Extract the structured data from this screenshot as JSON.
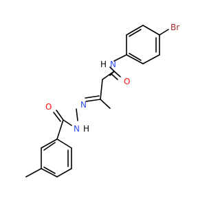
{
  "colors": {
    "bond": "#000000",
    "background": "#ffffff",
    "nitrogen": "#3050F8",
    "oxygen": "#FF0D0D",
    "bromine": "#A62929",
    "carbon": "#000000"
  },
  "atoms": [
    {
      "id": "Br",
      "label": "Br",
      "element": "bromine"
    },
    {
      "id": "N_amide",
      "label": "N",
      "element": "nitrogen"
    },
    {
      "id": "H_amide",
      "label": "H",
      "element": "carbon"
    },
    {
      "id": "O_amide",
      "label": "O",
      "element": "oxygen"
    },
    {
      "id": "N_imine",
      "label": "N",
      "element": "nitrogen"
    },
    {
      "id": "N_hydrazide",
      "label": "N",
      "element": "nitrogen"
    },
    {
      "id": "H_hydrazide",
      "label": "H",
      "element": "carbon"
    },
    {
      "id": "O_hydrazide",
      "label": "O",
      "element": "oxygen"
    }
  ]
}
